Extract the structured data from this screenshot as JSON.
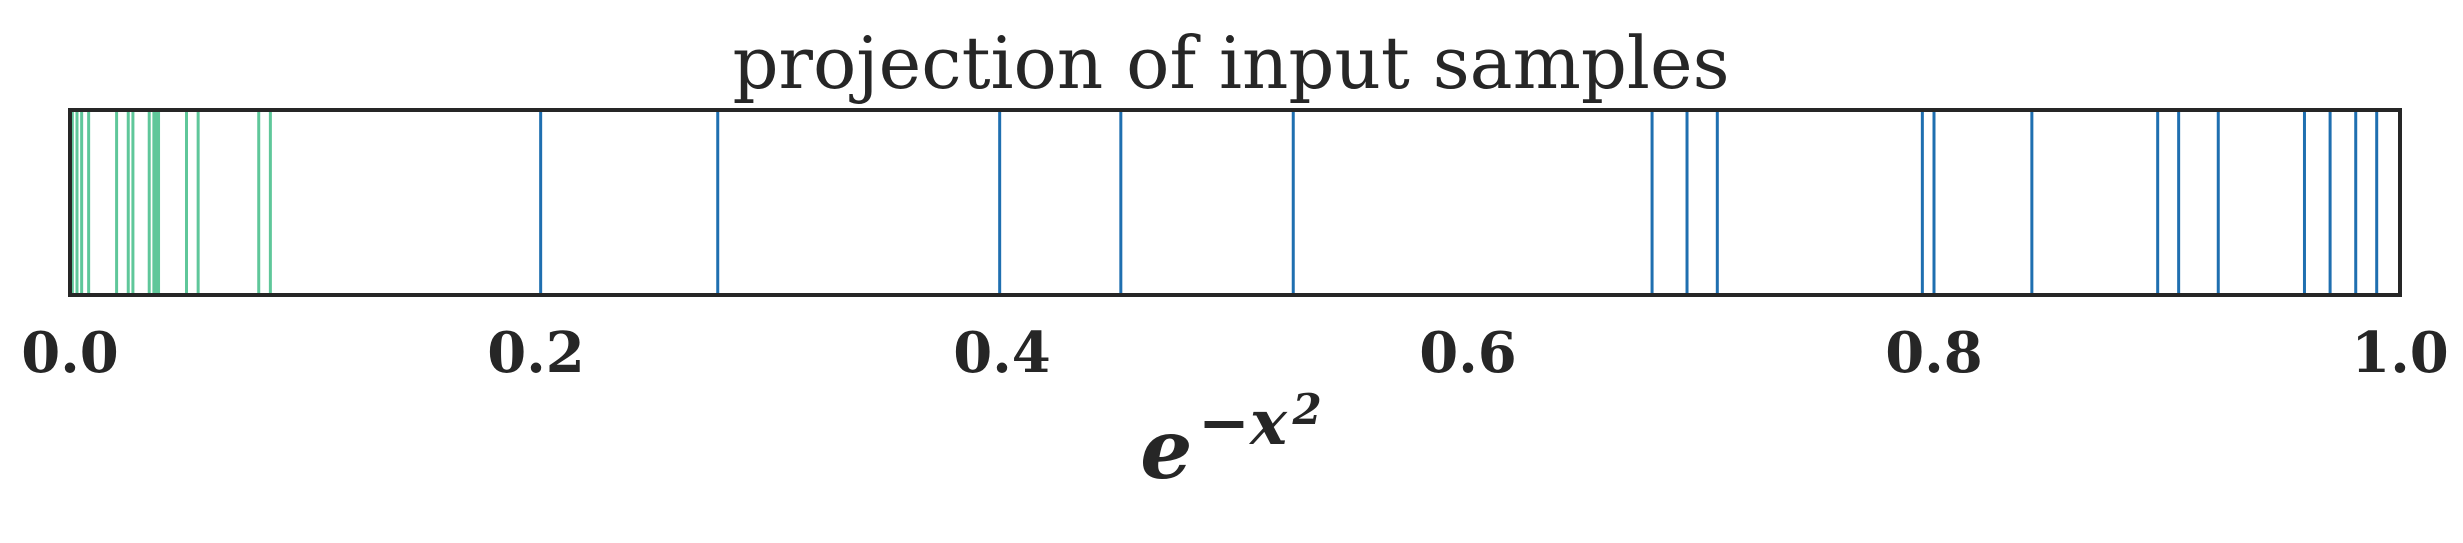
{
  "chart_data": {
    "type": "rug",
    "title": "projection of input samples",
    "xlabel": {
      "base": "e",
      "exponent": "−x",
      "power": "2"
    },
    "xlim": [
      0.0,
      1.0
    ],
    "xticks": [
      0.0,
      0.2,
      0.4,
      0.6,
      0.8,
      1.0
    ],
    "xtick_labels": [
      "0.0",
      "0.2",
      "0.4",
      "0.6",
      "0.8",
      "1.0"
    ],
    "grid": false,
    "colors": {
      "green": "#5fc79a",
      "blue": "#1f6fb0",
      "frame": "#262626"
    },
    "series": [
      {
        "color": "green",
        "values": [
          0.001,
          0.003,
          0.005,
          0.008,
          0.02,
          0.025,
          0.027,
          0.034,
          0.036,
          0.037,
          0.038,
          0.05,
          0.055,
          0.081,
          0.086
        ]
      },
      {
        "color": "blue",
        "values": [
          0.202,
          0.278,
          0.399,
          0.451,
          0.525,
          0.679,
          0.694,
          0.707,
          0.795,
          0.8,
          0.842,
          0.896,
          0.905,
          0.922,
          0.959,
          0.97,
          0.981,
          0.99
        ]
      }
    ]
  }
}
